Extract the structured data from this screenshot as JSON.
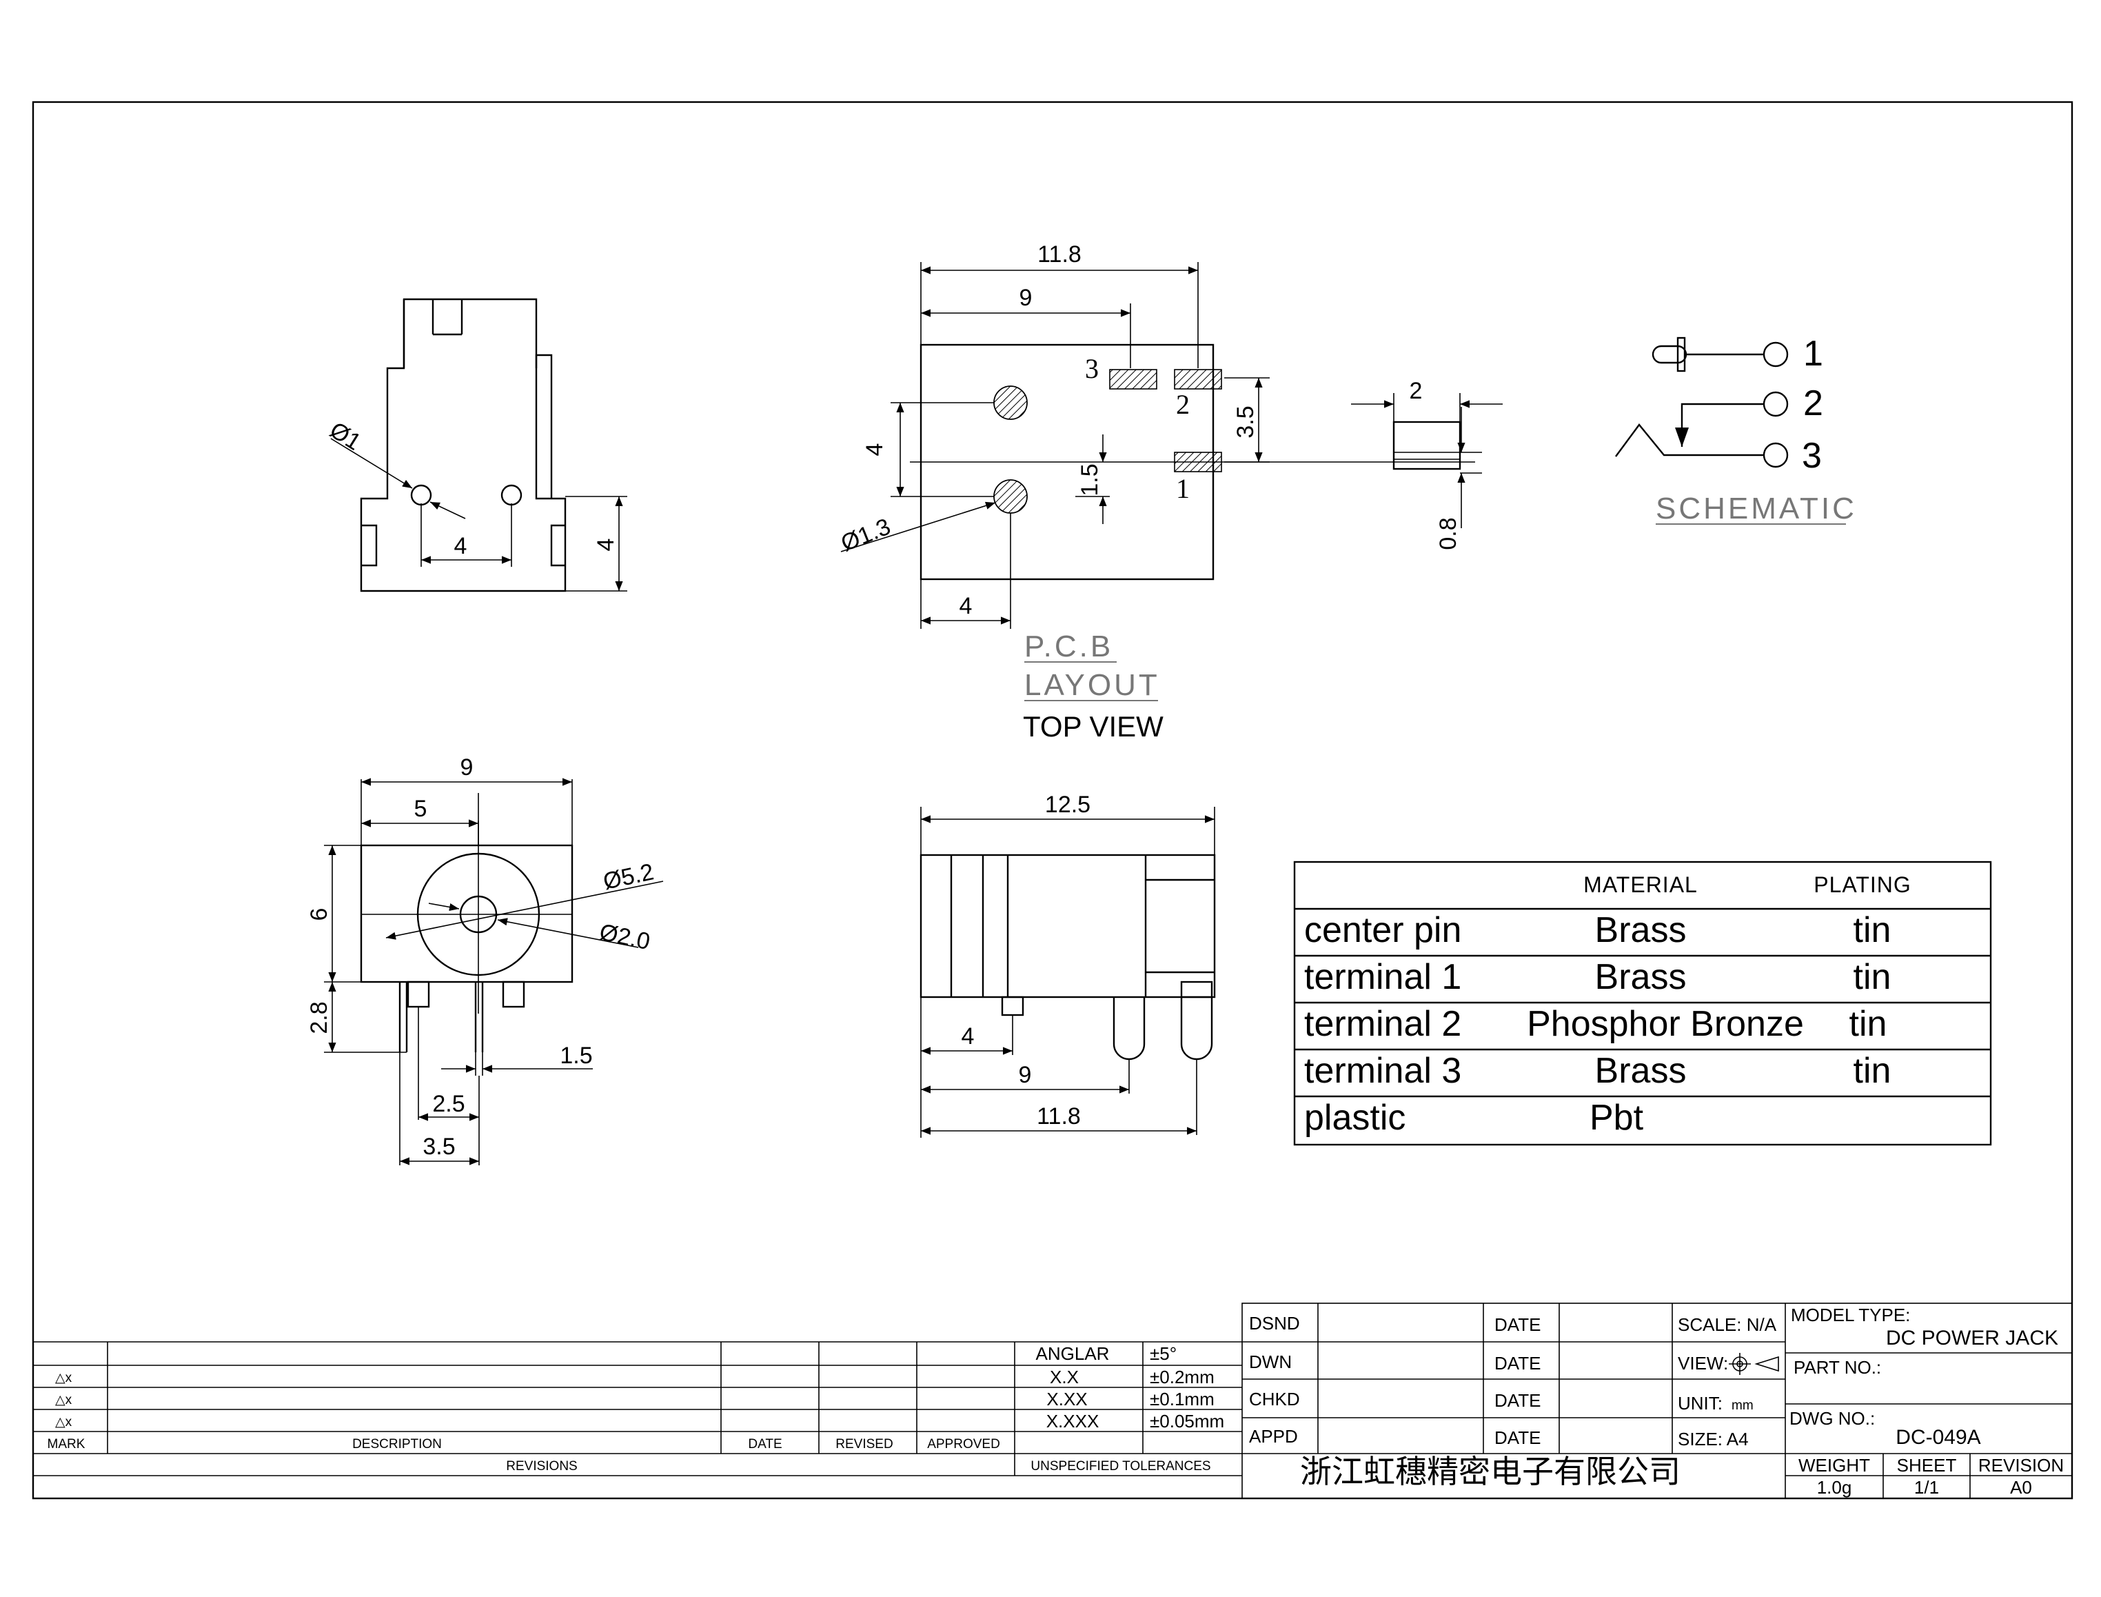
{
  "views": {
    "side": {
      "dims": {
        "hole_dia": "Ø1",
        "pin_spacing": "4",
        "height": "4"
      }
    },
    "pcb": {
      "dims": {
        "overall": "11.8",
        "to_pad": "9",
        "hole_spacing": "4",
        "hole_dia": "Ø1.3",
        "left_offset": "4",
        "offset_15": "1.5",
        "pad_spacing": "3.5"
      },
      "pad_labels": {
        "p1": "1",
        "p2": "2",
        "p3": "3"
      },
      "title_lines": [
        "P.C.B",
        "LAYOUT"
      ],
      "subtitle": "TOP VIEW"
    },
    "pad_detail": {
      "dims": {
        "width": "2",
        "height": "0.8"
      }
    },
    "schematic": {
      "pins": [
        "1",
        "2",
        "3"
      ],
      "label": "SCHEMATIC"
    },
    "front": {
      "dims": {
        "width": "9",
        "center": "5",
        "height": "6",
        "outer_dia": "Ø5.2",
        "inner_dia": "Ø2.0",
        "pin_len": "2.8",
        "pin_w": "1.5",
        "pin_a": "2.5",
        "pin_b": "3.5"
      }
    },
    "bottom": {
      "dims": {
        "length": "12.5",
        "p4": "4",
        "p9": "9",
        "p118": "11.8"
      }
    }
  },
  "materials": {
    "headers": [
      "MATERIAL",
      "PLATING"
    ],
    "rows": [
      {
        "part": "center pin",
        "material": "Brass",
        "plating": "tin"
      },
      {
        "part": "terminal 1",
        "material": "Brass",
        "plating": "tin"
      },
      {
        "part": "terminal 2",
        "material": "Phosphor Bronze",
        "plating": "tin"
      },
      {
        "part": "terminal 3",
        "material": "Brass",
        "plating": "tin"
      },
      {
        "part": "plastic",
        "material": "Pbt",
        "plating": ""
      }
    ]
  },
  "title_block": {
    "revisions": {
      "marks": [
        "△x",
        "△x",
        "△x"
      ],
      "headers": {
        "mark": "MARK",
        "description": "DESCRIPTION",
        "date": "DATE",
        "revised": "REVISED",
        "approved": "APPROVED"
      },
      "footer": "REVISIONS"
    },
    "tolerances": {
      "rows": [
        {
          "label": "ANGLAR",
          "value": "±5°"
        },
        {
          "label": "X.X",
          "value": "±0.2mm"
        },
        {
          "label": "X.XX",
          "value": "±0.1mm"
        },
        {
          "label": "X.XXX",
          "value": "±0.05mm"
        }
      ],
      "footer": "UNSPECIFIED TOLERANCES"
    },
    "signoff": {
      "roles": [
        "DSND",
        "DWN",
        "CHKD",
        "APPD"
      ],
      "date_label": "DATE"
    },
    "scale": "SCALE: N/A",
    "view": "VIEW:",
    "unit_label": "UNIT:",
    "unit_value": "mm",
    "size": "SIZE: A4",
    "model_type_label": "MODEL TYPE:",
    "model_type": "DC POWER JACK",
    "part_no_label": "PART NO.:",
    "dwg_no_label": "DWG NO.:",
    "dwg_no": "DC-049A",
    "company": "浙江虹穗精密电子有限公司",
    "weight_label": "WEIGHT",
    "weight": "1.0g",
    "sheet_label": "SHEET",
    "sheet": "1/1",
    "revision_label": "REVISION",
    "revision": "A0"
  }
}
